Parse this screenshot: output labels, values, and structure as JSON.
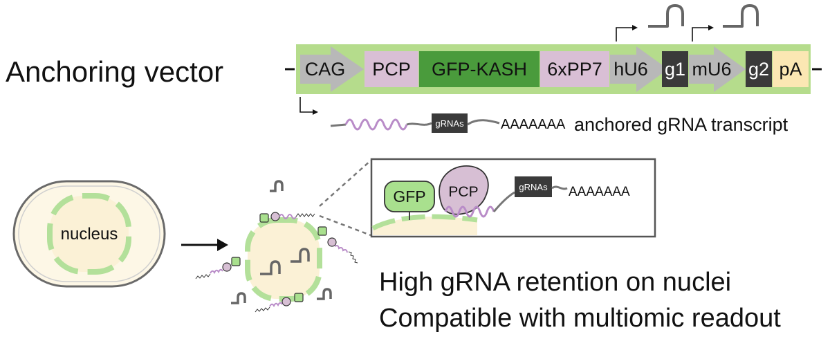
{
  "title": "Anchoring vector",
  "vector": {
    "elements": [
      {
        "label": "CAG",
        "kind": "promoter"
      },
      {
        "label": "PCP",
        "kind": "coding"
      },
      {
        "label": "GFP-KASH",
        "kind": "gfp"
      },
      {
        "label": "6xPP7",
        "kind": "coding"
      },
      {
        "label": "hU6",
        "kind": "promoter"
      },
      {
        "label": "g1",
        "kind": "guide"
      },
      {
        "label": "mU6",
        "kind": "promoter"
      },
      {
        "label": "g2",
        "kind": "guide"
      },
      {
        "label": "pA",
        "kind": "polyA"
      }
    ]
  },
  "transcript": {
    "gRNA_box": "gRNAs",
    "polyA": "AAAAAAA",
    "label": "anchored gRNA transcript"
  },
  "cell": {
    "nucleus_label": "nucleus"
  },
  "zoom": {
    "gfp": "GFP",
    "pcp": "PCP",
    "gRNA_box": "gRNAs",
    "polyA": "AAAAAAA"
  },
  "outcomes": [
    "High gRNA retention on nuclei",
    "Compatible with multiomic readout"
  ],
  "colors": {
    "vector_background": "#b5dc8c",
    "promoter_arrow": "#b8b8b8",
    "coding_block": "#d9bfd5",
    "gfp_block": "#4a9b3c",
    "guide_block": "#3a3a3a",
    "polyA_block": "#fbe7b3",
    "nucleus_fill": "#fbf1d6",
    "nuclear_envelope": "#b3e09a",
    "gfp_bubble": "#a9e08e",
    "pcp_bubble": "#d7bfd4",
    "stem_loop": "#b98cc8"
  }
}
